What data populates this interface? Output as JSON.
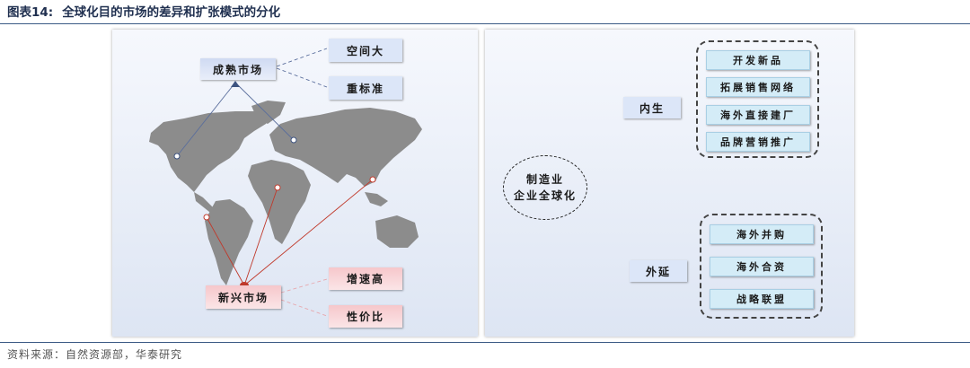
{
  "title": {
    "label": "图表14:",
    "text": "全球化目的市场的差异和扩张模式的分化"
  },
  "source": "资料来源：自然资源部，华泰研究",
  "left": {
    "mature_market": "成熟市场",
    "mature_traits": [
      "空间大",
      "重标准"
    ],
    "emerging_market": "新兴市场",
    "emerging_traits": [
      "增速高",
      "性价比"
    ]
  },
  "right": {
    "center_lines": [
      "制造业",
      "企业全球化"
    ],
    "organic": {
      "label": "内生",
      "items": [
        "开发新品",
        "拓展销售网络",
        "海外直接建厂",
        "品牌营销推广"
      ]
    },
    "external": {
      "label": "外延",
      "items": [
        "海外并购",
        "海外合资",
        "战略联盟"
      ]
    }
  },
  "colors": {
    "title": "#1f2f4f",
    "rule": "#3b5a85",
    "arrow": "#a6a6a6",
    "map": "#8c8c8c",
    "emerging_line": "#c0392b",
    "mature_line": "#5a6e9c"
  }
}
